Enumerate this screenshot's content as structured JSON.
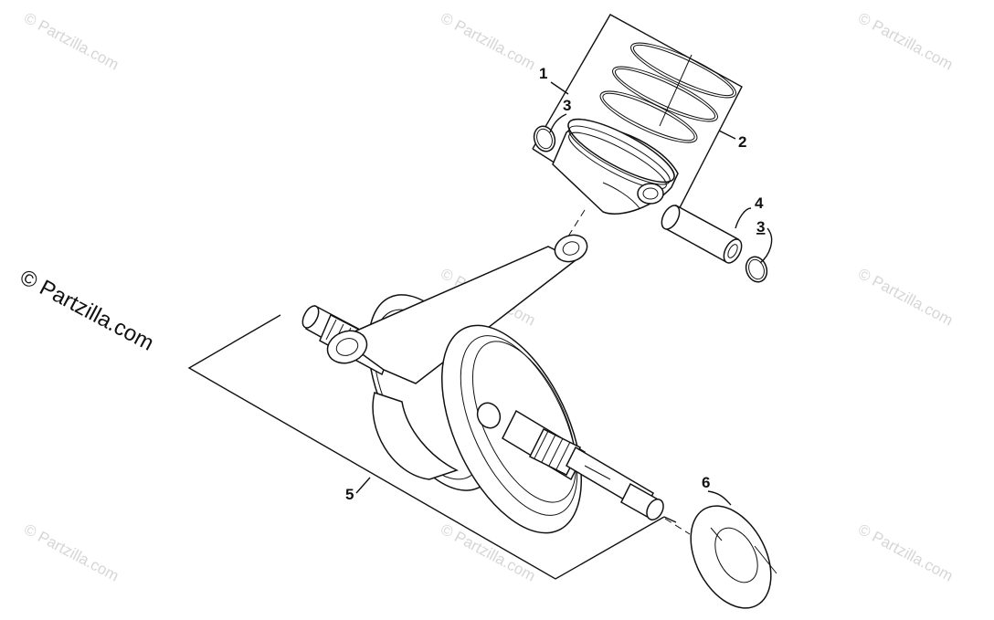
{
  "watermarks": {
    "main": "© Partzilla.com",
    "faint": "© Partzilla.com"
  },
  "callouts": [
    {
      "id": "piston-assembly",
      "label": "1"
    },
    {
      "id": "piston-rings",
      "label": "2"
    },
    {
      "id": "circlip-left",
      "label": "3"
    },
    {
      "id": "piston-pin",
      "label": "4"
    },
    {
      "id": "circlip-right",
      "label": "3"
    },
    {
      "id": "crankshaft-assembly",
      "label": "5"
    },
    {
      "id": "washer",
      "label": "6"
    }
  ],
  "colors": {
    "line": "#111111",
    "watermark": "#d6d6d6",
    "background": "#ffffff"
  }
}
